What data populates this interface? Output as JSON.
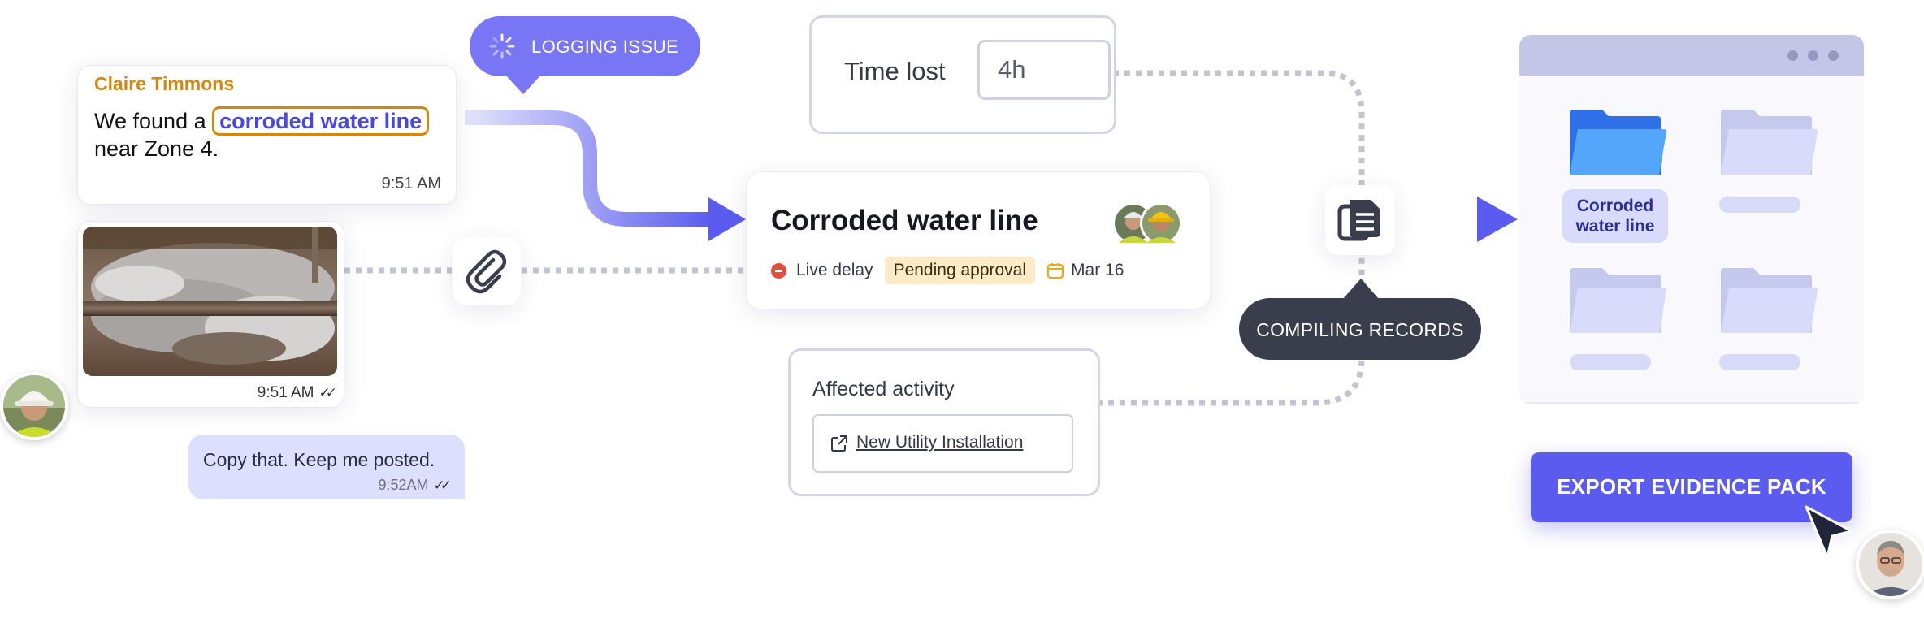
{
  "colors": {
    "accent": "#5b5cef",
    "accent_light": "#7876f4",
    "highlight_border": "#d4870f",
    "dark_pill": "#3a3d4c",
    "delay_red": "#e94a3a",
    "pending_bg": "#fdebc7",
    "folder_blue": "#3d8ef5"
  },
  "chat": {
    "sender_name": "Claire Timmons",
    "message_before": "We found a ",
    "message_highlight": "corroded water line",
    "message_after": " near Zone 4.",
    "message_time": "9:51 AM",
    "photo_time": "9:51 AM",
    "reply_text": "Copy that. Keep me posted.",
    "reply_time": "9:52AM"
  },
  "icons": {
    "attach": "paperclip-icon",
    "spinner": "loading-spinner-icon",
    "read_receipt": "double-check-icon",
    "delay": "minus-circle-icon",
    "calendar": "calendar-icon",
    "external_link": "external-link-icon",
    "documents": "documents-icon",
    "folder": "folder-icon",
    "cursor": "cursor-arrow-icon"
  },
  "logging_pill": {
    "label": "LOGGING ISSUE"
  },
  "time_lost": {
    "label": "Time lost",
    "value": "4h"
  },
  "issue_card": {
    "title": "Corroded water line",
    "status": "Live delay",
    "badge": "Pending approval",
    "date": "Mar 16"
  },
  "affected": {
    "label": "Affected activity",
    "link_text": "New Utility Installation"
  },
  "compiling_pill": {
    "label": "COMPILING RECORDS"
  },
  "file_window": {
    "folder_label_line1": "Corroded",
    "folder_label_line2": "water line"
  },
  "export_button": {
    "label": "EXPORT EVIDENCE PACK"
  }
}
